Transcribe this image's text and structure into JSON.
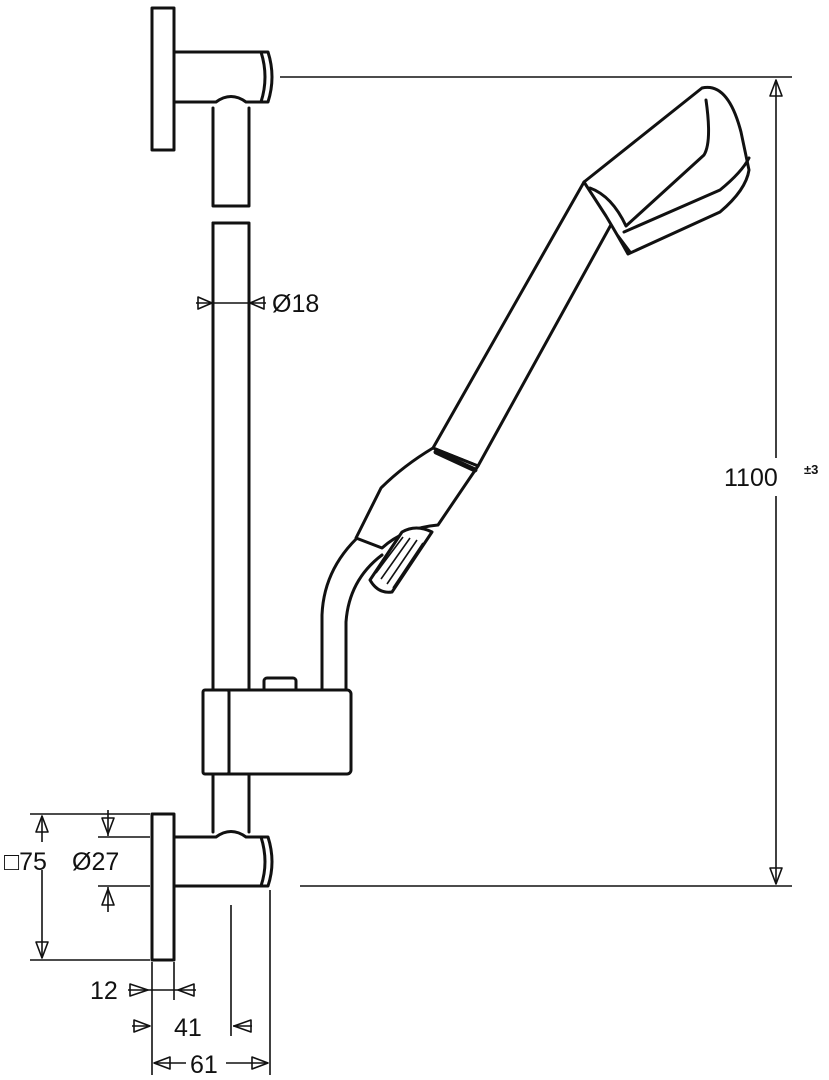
{
  "dimensions": {
    "rail_diameter": "Ø18",
    "rail_length": "1100",
    "rail_length_tolerance": "±3",
    "rosette_square": "□75",
    "rosette_diameter": "Ø27",
    "rosette_thickness": "12",
    "wall_offset_center": "41",
    "wall_offset_total": "61"
  }
}
